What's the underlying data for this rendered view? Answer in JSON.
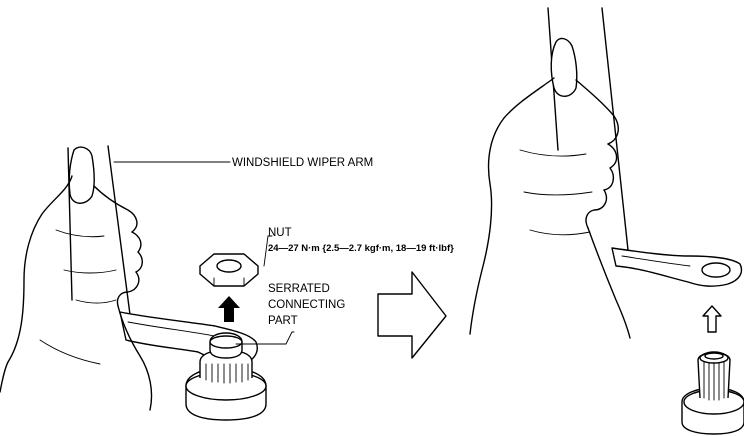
{
  "labels": {
    "wiper_arm": "WINDSHIELD WIPER ARM",
    "nut": "NUT",
    "torque": "24—27 N·m {2.5—2.7 kgf·m, 18—19 ft·lbf}",
    "serrated_line1": "SERRATED",
    "serrated_line2": "CONNECTING",
    "serrated_line3": "PART"
  }
}
